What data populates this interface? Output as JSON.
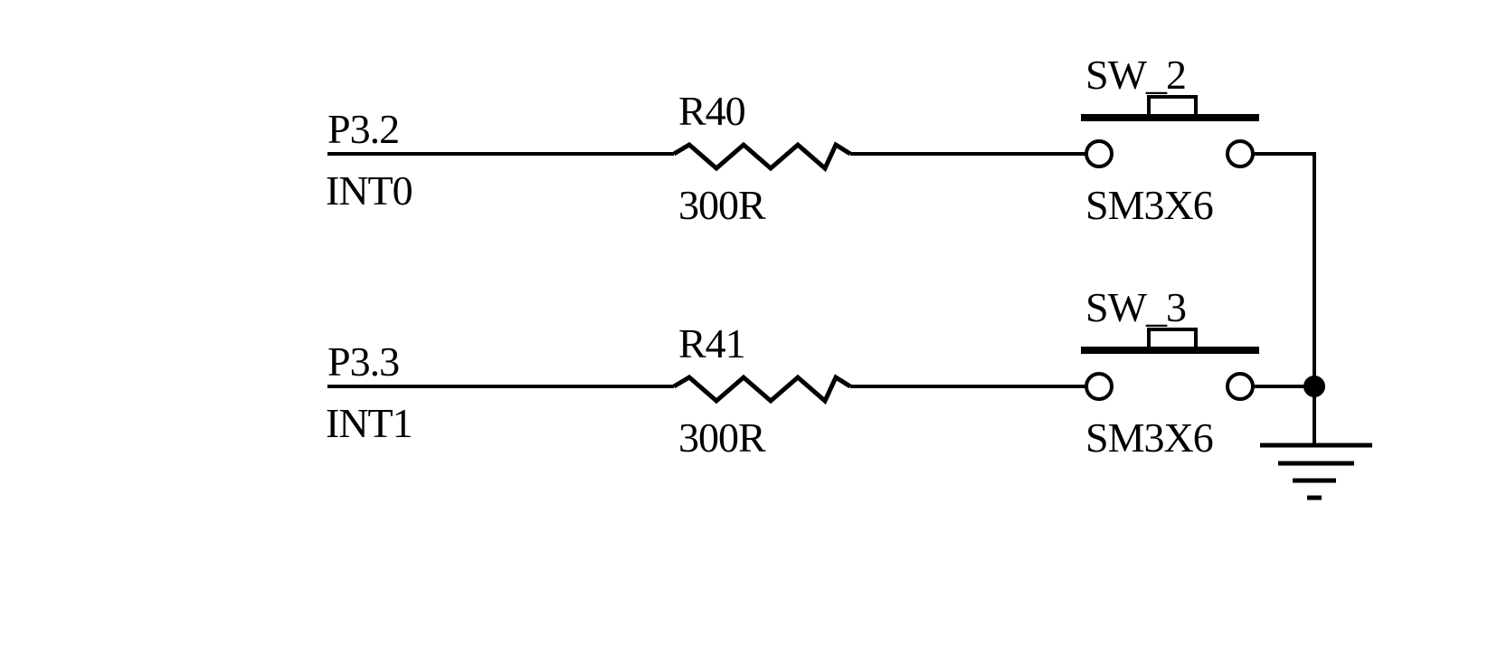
{
  "nets": [
    {
      "pin": "P3.2",
      "function": "INT0"
    },
    {
      "pin": "P3.3",
      "function": "INT1"
    }
  ],
  "resistors": [
    {
      "designator": "R40",
      "value": "300R"
    },
    {
      "designator": "R41",
      "value": "300R"
    }
  ],
  "switches": [
    {
      "designator": "SW_2",
      "footprint": "SM3X6"
    },
    {
      "designator": "SW_3",
      "footprint": "SM3X6"
    }
  ],
  "ground_symbol": "ground-icon"
}
